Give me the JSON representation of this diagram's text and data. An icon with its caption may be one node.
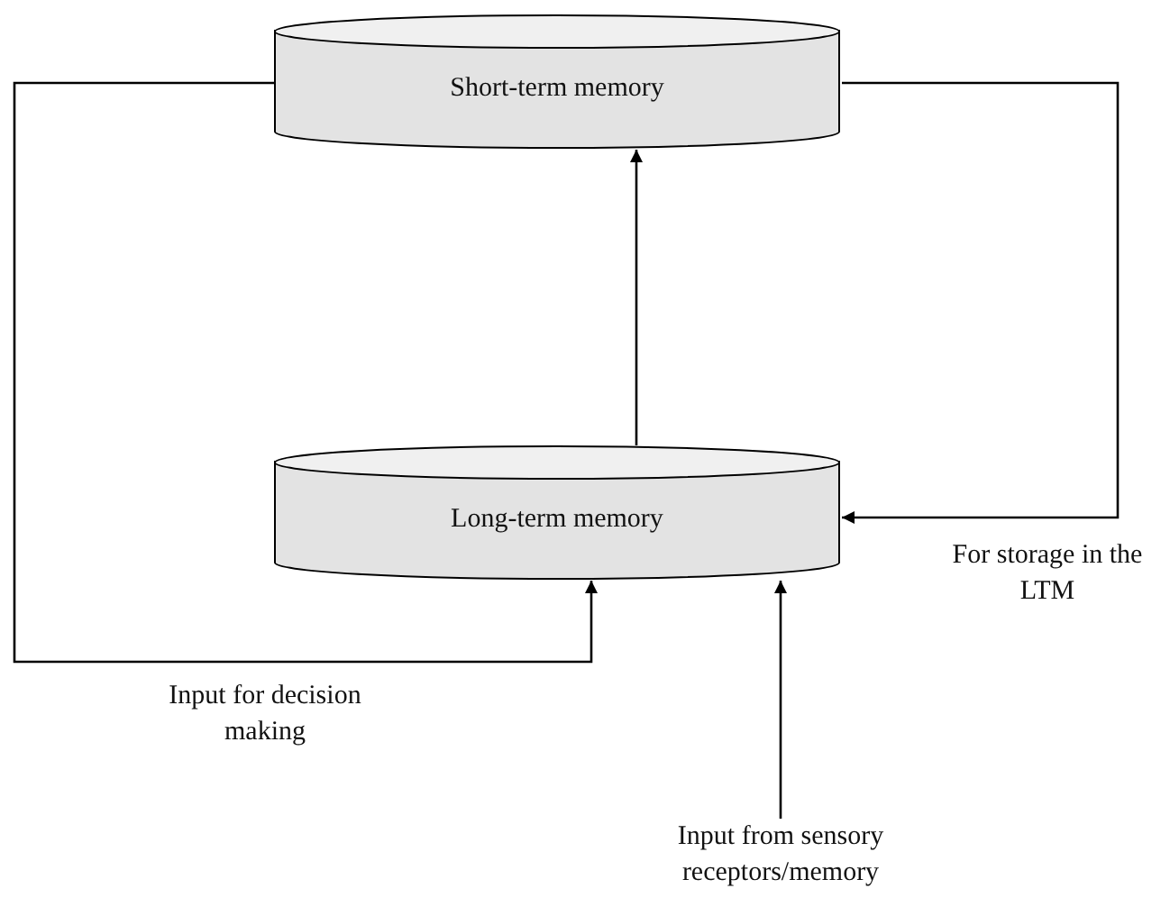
{
  "diagram": {
    "nodes": [
      {
        "text": [
          "Short-term memory"
        ]
      },
      {
        "text": [
          "Long-term memory"
        ]
      },
      {
        "text": [
          "Input from sensory receptors/memory"
        ]
      }
    ],
    "edges": [
      {
        "from": 1,
        "to": 0,
        "arrow": "to"
      },
      {
        "from": 0,
        "to": 1,
        "arrow": "to",
        "label": "For storage in the LTM"
      },
      {
        "from": 0,
        "to": 1,
        "arrow": "to",
        "label": "Input for decision making"
      },
      {
        "from": 2,
        "to": 1,
        "arrow": "to"
      }
    ]
  }
}
